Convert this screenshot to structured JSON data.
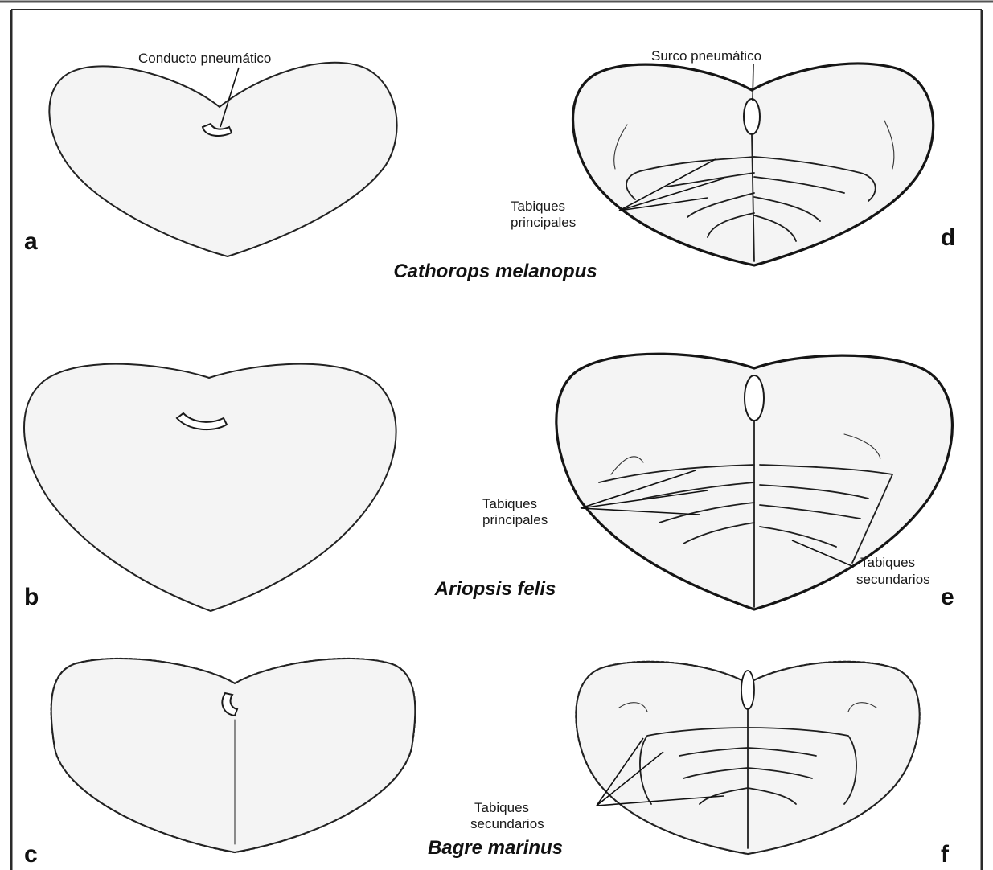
{
  "panels": {
    "a": {
      "letter": "a",
      "label": "Conducto pneumático"
    },
    "b": {
      "letter": "b"
    },
    "c": {
      "letter": "c"
    },
    "d": {
      "letter": "d",
      "label_top": "Surco pneumático",
      "label_septa_line1": "Tabiques",
      "label_septa_line2": "principales"
    },
    "e": {
      "letter": "e",
      "label_main_line1": "Tabiques",
      "label_main_line2": "principales",
      "label_sec_line1": "Tabiques",
      "label_sec_line2": "secundarios"
    },
    "f": {
      "letter": "f",
      "label_sec_line1": "Tabiques",
      "label_sec_line2": "secundarios"
    }
  },
  "species": {
    "row1": "Cathorops melanopus",
    "row2": "Ariopsis felis",
    "row3": "Bagre marinus"
  },
  "colors": {
    "ink": "#111111",
    "paper": "#ffffff",
    "stipple": "#9a9a9a"
  }
}
